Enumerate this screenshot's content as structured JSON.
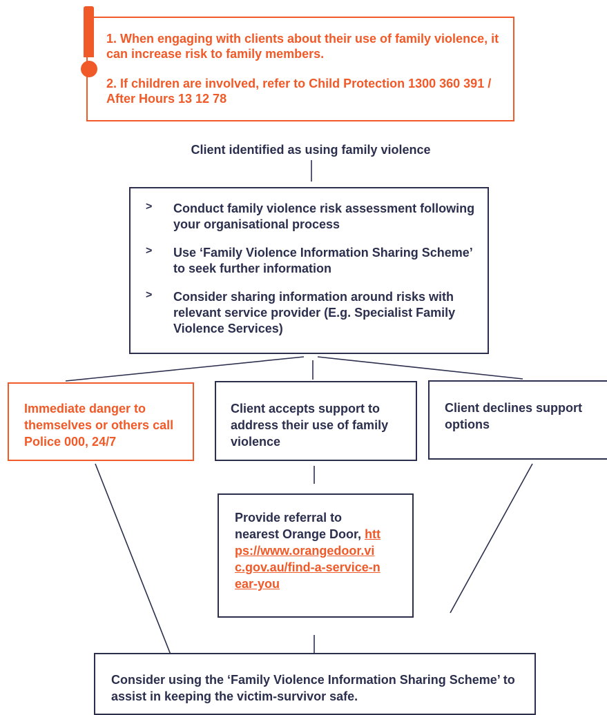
{
  "warning": {
    "icon": "exclamation-icon",
    "item1": "1. When engaging with clients about their use of family violence, it can increase risk to family members.",
    "item2": "2. If children are involved, refer to Child Protection 1300 360 391 / After Hours 13 12 78"
  },
  "start_label": "Client identified as using family violence",
  "assessment": {
    "bullets": [
      {
        "marker": ">",
        "text": "Conduct family violence risk assessment following your organisational process"
      },
      {
        "marker": ">",
        "text": "Use ‘Family Violence Information Sharing Scheme’ to seek further information"
      },
      {
        "marker": ">",
        "text": "Consider sharing information around risks with relevant service provider (E.g. Specialist Family Violence Services)"
      }
    ]
  },
  "branches": {
    "danger": "Immediate danger to themselves or others call Police 000, 24/7",
    "accepts": "Client accepts support to address their use of family violence",
    "declines": "Client declines support options"
  },
  "referral": {
    "text": "Provide referral to nearest Orange Door, ",
    "link": "https://www.orangedoor.vic.gov.au/find-a-service-near-you"
  },
  "final": "Consider using the ‘Family Violence Information Sharing Scheme’ to assist in keeping the victim-survivor safe.",
  "colors": {
    "accent": "#f05a28",
    "navy": "#2b2f4d"
  }
}
